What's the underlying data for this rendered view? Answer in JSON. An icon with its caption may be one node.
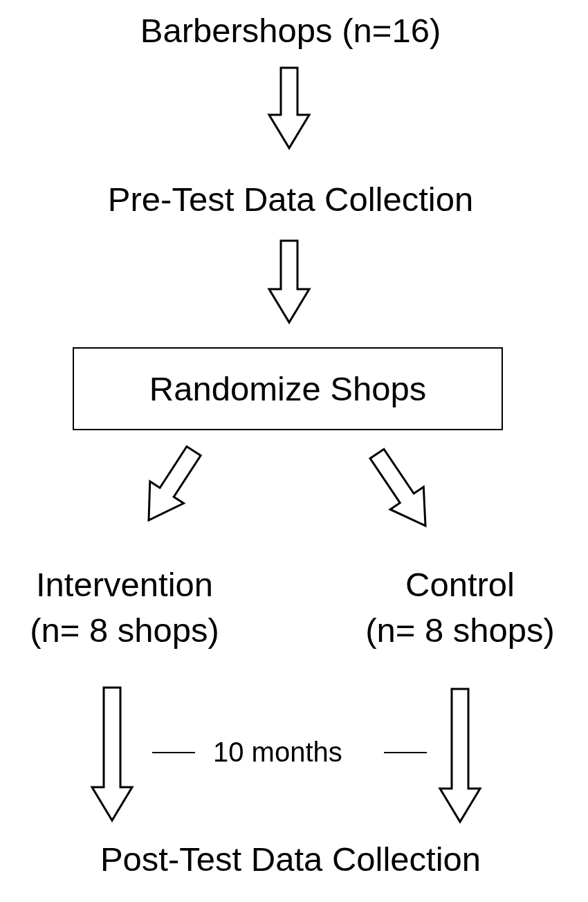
{
  "diagram": {
    "nodes": [
      {
        "text": [
          "Barbershops (n=16)"
        ]
      },
      {
        "text": [
          "Pre-Test Data Collection"
        ]
      },
      {
        "text": [
          "Randomize Shops"
        ]
      },
      {
        "text": [
          "Intervention",
          "(n= 8 shops)"
        ]
      },
      {
        "text": [
          "Control",
          "(n= 8 shops)"
        ]
      },
      {
        "text": [
          "Post-Test Data Collection"
        ]
      }
    ],
    "edges": [
      {
        "from": 0,
        "to": 1,
        "arrow": "to"
      },
      {
        "from": 1,
        "to": 2,
        "arrow": "to"
      },
      {
        "from": 2,
        "to": 3,
        "arrow": "to"
      },
      {
        "from": 2,
        "to": 4,
        "arrow": "to"
      },
      {
        "from": 3,
        "to": 5,
        "arrow": "to"
      },
      {
        "from": 4,
        "to": 5,
        "arrow": "to"
      }
    ],
    "labels": [
      "10 months"
    ]
  }
}
